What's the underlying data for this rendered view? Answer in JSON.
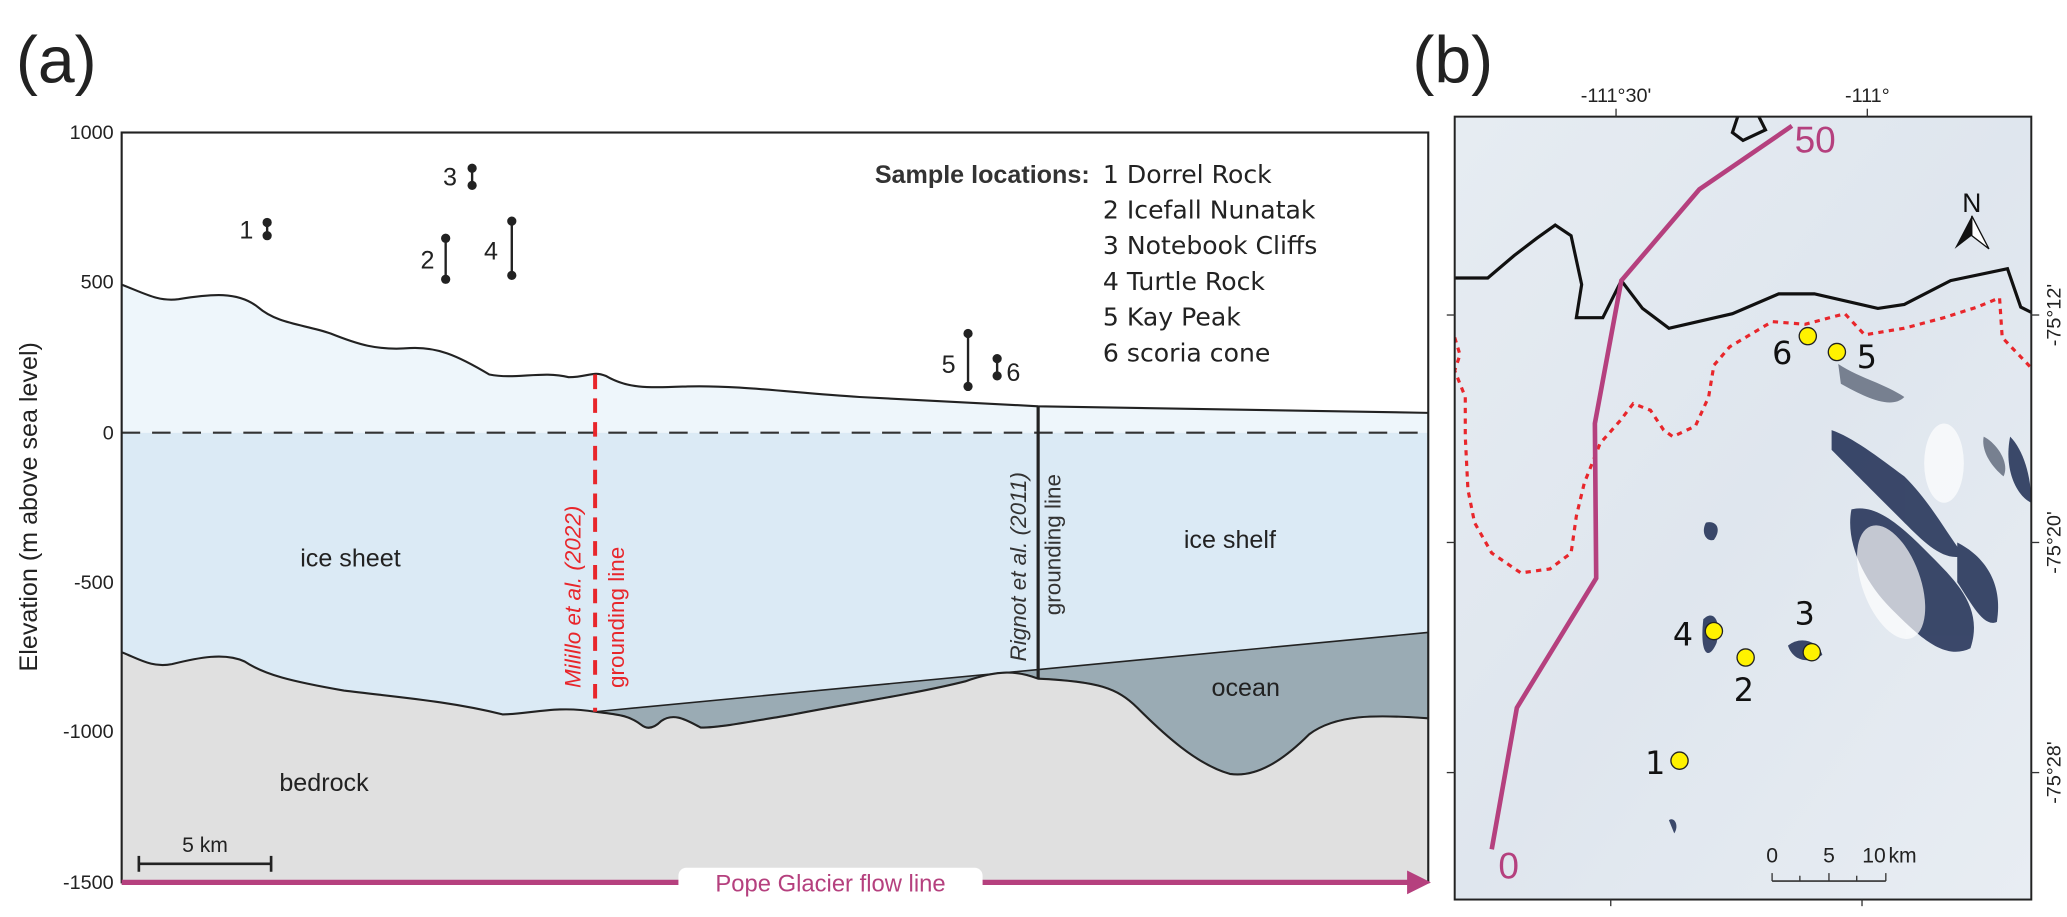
{
  "panel_a": {
    "letter": "(a)",
    "y_axis_label": "Elevation (m above sea level)",
    "y_ticks": [
      "1000",
      "500",
      "0",
      "-500",
      "-1000",
      "-1500"
    ],
    "legend_title": "Sample locations:",
    "legend_items": [
      "1 Dorrel Rock",
      "2 Icefall Nunatak",
      "3 Notebook Cliffs",
      "4 Turtle Rock",
      "5 Kay Peak",
      "6 scoria cone"
    ],
    "sample_labels": [
      "1",
      "2",
      "3",
      "4",
      "5",
      "6"
    ],
    "regions": {
      "ice_sheet": "ice sheet",
      "ice_shelf": "ice shelf",
      "ocean": "ocean",
      "bedrock": "bedrock"
    },
    "milillo_ref": "Milillo et al. (2022)",
    "milillo_sub": "grounding line",
    "rignot_ref": "Rignot et al. (2011)",
    "rignot_sub": "grounding line",
    "scale_bar": "5 km",
    "flow_line_label": "Pope Glacier flow line",
    "colors": {
      "flow": "#b5407e",
      "milillo": "#e8262b",
      "ice_above": "#eef6fb",
      "ice_below": "#dbeaf5",
      "bedrock": "#e0e0e0",
      "ocean": "#9aabb4"
    }
  },
  "panel_b": {
    "letter": "(b)",
    "lon_ticks": [
      "-111°30'",
      "-111°"
    ],
    "lat_ticks": [
      "-75°12'",
      "-75°20'",
      "-75°28'"
    ],
    "flow_start": "0",
    "flow_end": "50",
    "north": "N",
    "scale_ticks": [
      "0",
      "5",
      "10"
    ],
    "scale_unit": "km",
    "site_labels": [
      "1",
      "2",
      "3",
      "4",
      "5",
      "6"
    ],
    "colors": {
      "site": "#fff200",
      "grounding": "#e8262b"
    }
  }
}
